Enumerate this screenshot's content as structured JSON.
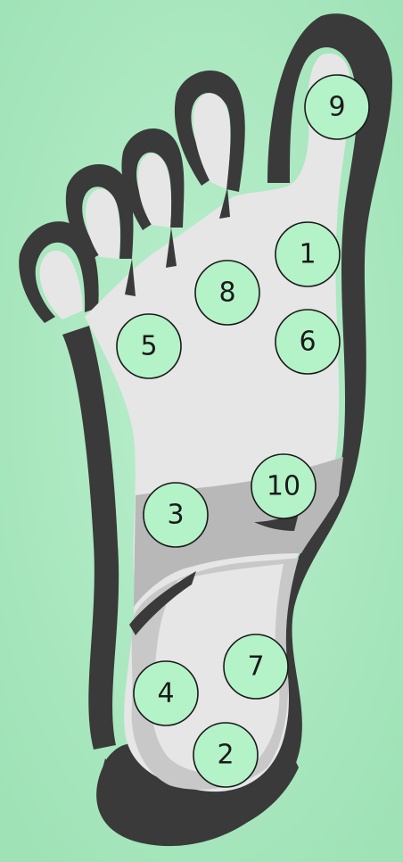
{
  "colors": {
    "background": "#a8e8c0",
    "outline": "#3a3a3a",
    "sole": "#e6e6e6",
    "midfoot_band": "#b8b8b8",
    "heel_shade": "#c8c8c8",
    "marker_fill": "#b4f2c8"
  },
  "markers": [
    {
      "id": "9",
      "label": "9"
    },
    {
      "id": "1",
      "label": "1"
    },
    {
      "id": "8",
      "label": "8"
    },
    {
      "id": "6",
      "label": "6"
    },
    {
      "id": "5",
      "label": "5"
    },
    {
      "id": "10",
      "label": "10"
    },
    {
      "id": "3",
      "label": "3"
    },
    {
      "id": "7",
      "label": "7"
    },
    {
      "id": "4",
      "label": "4"
    },
    {
      "id": "2",
      "label": "2"
    }
  ]
}
